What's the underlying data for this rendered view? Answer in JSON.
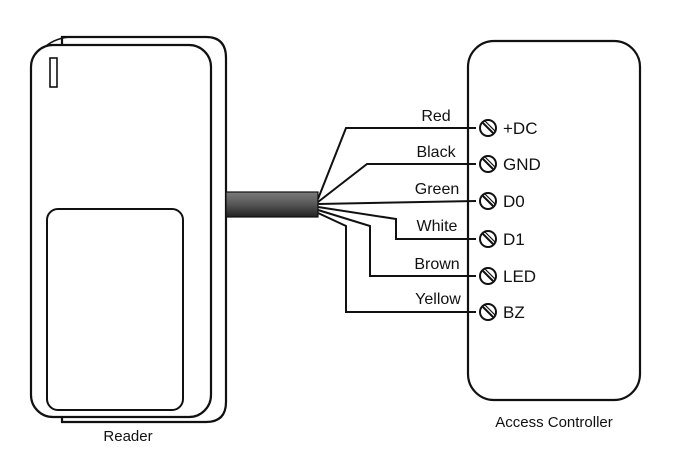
{
  "reader": {
    "caption": "Reader"
  },
  "controller": {
    "caption": "Access Controller"
  },
  "wires": [
    {
      "color": "Red",
      "terminal": "+DC"
    },
    {
      "color": "Black",
      "terminal": "GND"
    },
    {
      "color": "Green",
      "terminal": "D0"
    },
    {
      "color": "White",
      "terminal": "D1"
    },
    {
      "color": "Brown",
      "terminal": "LED"
    },
    {
      "color": "Yellow",
      "terminal": "BZ"
    }
  ]
}
